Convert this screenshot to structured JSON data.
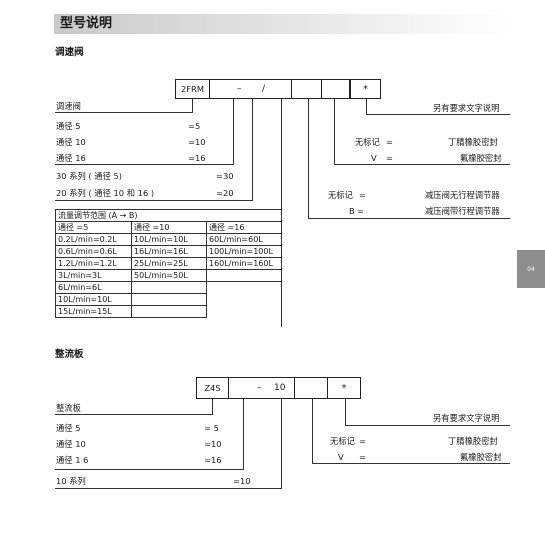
{
  "page_title": "型号说明",
  "page_number": "04",
  "valve": {
    "heading": "调速阀",
    "code": {
      "prefix": "2FRM",
      "dash": "–",
      "slash": "/",
      "star": "*"
    },
    "left_items": [
      {
        "label": "调速阀",
        "value": ""
      },
      {
        "label": "通径 5",
        "value": "=5"
      },
      {
        "label": "通径 10",
        "value": "=10"
      },
      {
        "label": "通径 16",
        "value": "=16"
      }
    ],
    "series": [
      {
        "label": "30 系列 ( 通径 5)",
        "value": "=30"
      },
      {
        "label": "20 系列 ( 通径 10 和 16 )",
        "value": "=20"
      }
    ],
    "right_items": [
      {
        "label": "另有要求文字说明",
        "key": "",
        "sep": ""
      },
      {
        "key": "无标记",
        "sep": "=",
        "label": "丁腈橡胶密封"
      },
      {
        "key": "V",
        "sep": "=",
        "label": "氟橡胶密封"
      },
      {
        "key": "无标记",
        "sep": "=",
        "label": "减压阀无行程调节器"
      },
      {
        "key": "B",
        "sep": "=",
        "label": "减压阀带行程调节器"
      }
    ],
    "flow_table": {
      "title": "流量调节范围 (A → B)",
      "headers": [
        "通径 =5",
        "通径 =10",
        "通径 =16"
      ],
      "rows": [
        [
          "0.2L/min=0.2L",
          "10L/min=10L",
          "60L/min=60L"
        ],
        [
          "0.6L/min=0.6L",
          "16L/min=16L",
          "100L/min=100L"
        ],
        [
          "1.2L/min=1.2L",
          "25L/min=25L",
          "160L/min=160L"
        ],
        [
          "3L/min=3L",
          "50L/min=50L",
          ""
        ],
        [
          "6L/min=6L",
          "",
          ""
        ],
        [
          "10L/min=10L",
          "",
          ""
        ],
        [
          "15L/min=15L",
          "",
          ""
        ]
      ]
    }
  },
  "rectifier": {
    "heading": "整流板",
    "code": {
      "prefix": "Z4S",
      "dash": "–",
      "series": "10",
      "star": "*"
    },
    "left_items": [
      {
        "label": "整流板",
        "value": ""
      },
      {
        "label": "通径 5",
        "value": "= 5"
      },
      {
        "label": "通径 10",
        "value": "=10"
      },
      {
        "label": "通径 1 6",
        "value": "=16"
      }
    ],
    "series": {
      "label": "10  系列",
      "value": "=10"
    },
    "right_items": [
      {
        "label": "另有要求文字说明"
      },
      {
        "key": "无标记",
        "sep": "=",
        "label": "丁腈橡胶密封"
      },
      {
        "key": "V",
        "sep": "=",
        "label": "氟橡胶密封"
      }
    ]
  }
}
